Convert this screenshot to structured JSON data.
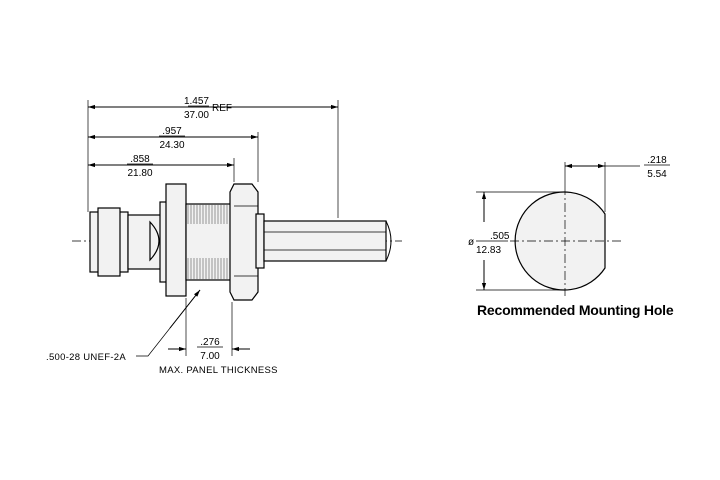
{
  "dimensions": {
    "overall": {
      "top": "1.457",
      "bottom": "37.00",
      "suffix": "REF"
    },
    "mid": {
      "top": ".957",
      "bottom": "24.30"
    },
    "short": {
      "top": ".858",
      "bottom": "21.80"
    },
    "panel": {
      "top": ".276",
      "bottom": "7.00"
    },
    "hole_flat": {
      "top": ".218",
      "bottom": "5.54"
    },
    "hole_dia": {
      "symbol": "ø",
      "top": ".505",
      "bottom": "12.83"
    }
  },
  "notes": {
    "thread": ".500-28 UNEF-2A",
    "panel_label": "MAX. PANEL THICKNESS"
  },
  "caption": "Recommended Mounting Hole"
}
